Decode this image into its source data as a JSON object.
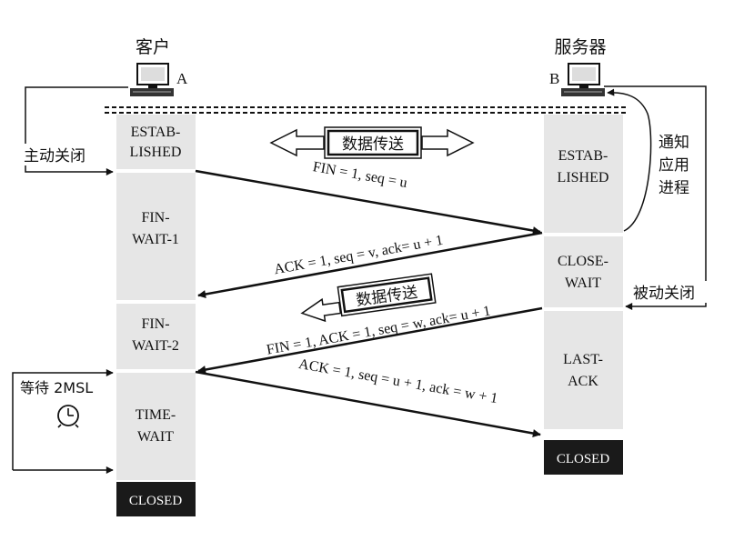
{
  "hosts": {
    "client": {
      "title": "客户",
      "letter": "A"
    },
    "server": {
      "title": "服务器",
      "letter": "B"
    }
  },
  "client_states": [
    {
      "line1": "ESTAB-",
      "line2": "LISHED"
    },
    {
      "line1": "FIN-",
      "line2": "WAIT-1"
    },
    {
      "line1": "FIN-",
      "line2": "WAIT-2"
    },
    {
      "line1": "TIME-",
      "line2": "WAIT"
    }
  ],
  "server_states": [
    {
      "line1": "ESTAB-",
      "line2": "LISHED"
    },
    {
      "line1": "CLOSE-",
      "line2": "WAIT"
    },
    {
      "line1": "LAST-",
      "line2": "ACK"
    }
  ],
  "closed_label": "CLOSED",
  "data_transfer_label": "数据传送",
  "messages": {
    "fin1": "FIN = 1, seq = u",
    "ack1": "ACK = 1, seq = v, ack= u + 1",
    "fin2": "FIN = 1, ACK = 1, seq = w, ack= u + 1",
    "ack2": "ACK = 1, seq = u + 1, ack = w + 1"
  },
  "side_labels": {
    "active_close": "主动关闭",
    "notify_line1": "通知",
    "notify_line2": "应用",
    "notify_line3": "进程",
    "passive_close": "被动关闭",
    "wait_2msl": "等待 2MSL"
  },
  "icons": [
    "computer-icon",
    "clock-icon"
  ],
  "colors": {
    "box": "#e6e6e6",
    "closed": "#1a1a1a",
    "ink": "#111111"
  }
}
